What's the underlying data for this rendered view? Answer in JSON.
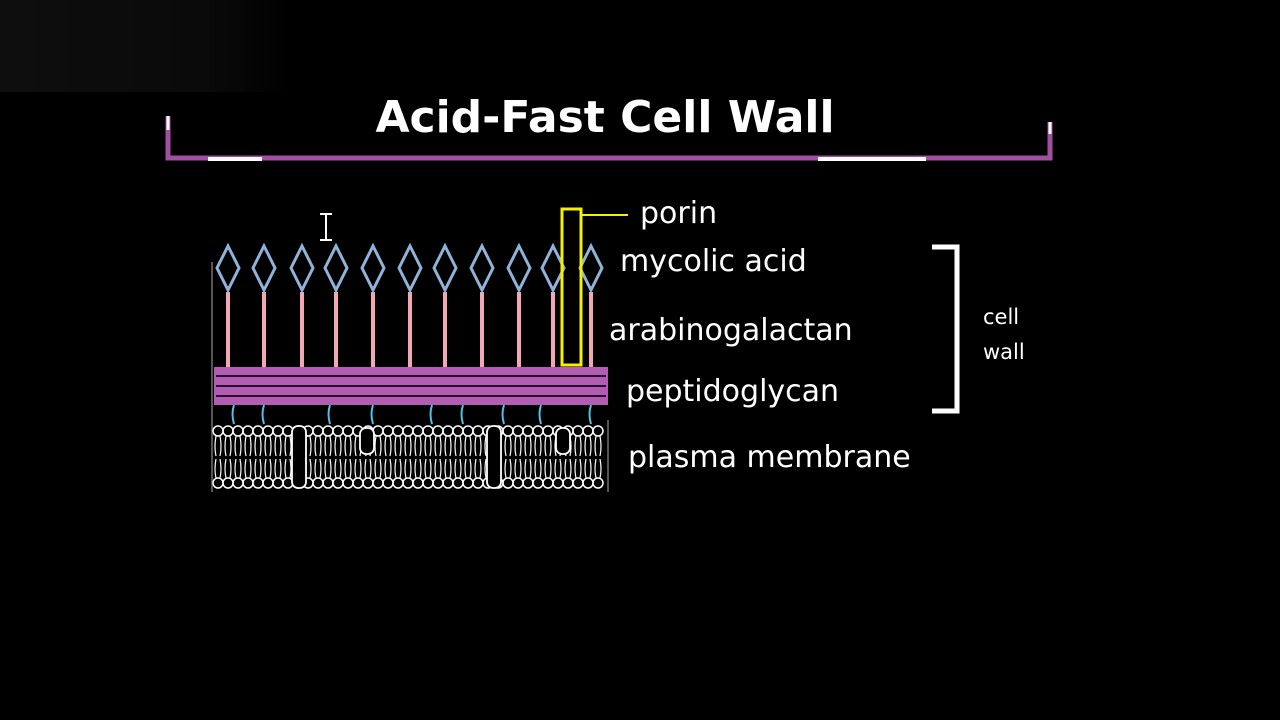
{
  "title": "Acid-Fast Cell Wall",
  "labels": {
    "porin": "porin",
    "mycolic_acid": "mycolic acid",
    "arabinogalactan": "arabinogalactan",
    "peptidoglycan": "peptidoglycan",
    "plasma_membrane": "plasma membrane",
    "cell_wall_line1": "cell",
    "cell_wall_line2": "wall"
  },
  "colors": {
    "background": "#000000",
    "text": "#ffffff",
    "title_underline": "#a24ea2",
    "mycolic_diamond": "#8fb3d9",
    "arabinogalactan_stem": "#f2a7b5",
    "peptidoglycan": "#b35cb3",
    "porin": "#f2f200",
    "linker": "#4fc3e8",
    "membrane": "#ffffff"
  },
  "icons": {
    "cursor": "text-cursor-icon"
  }
}
